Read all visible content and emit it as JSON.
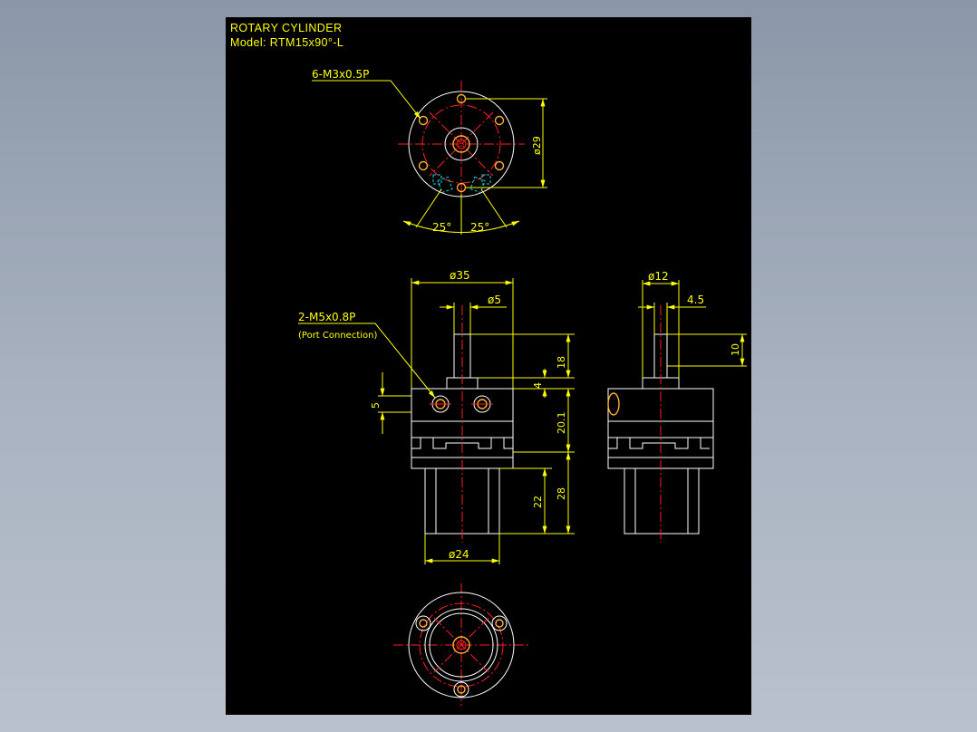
{
  "title_block": {
    "title": "ROTARY CYLINDER",
    "model": "Model: RTM15x90°-L"
  },
  "labels": {
    "mount_holes": "6-M3x0.5P",
    "dia_29": "ø29",
    "angle_left": "25°",
    "angle_right": "25°",
    "dia_35": "ø35",
    "dia_5": "ø5",
    "port_thread": "2-M5x0.8P",
    "port_note": "(Port Connection)",
    "dim_5": "5",
    "dim_18": "18",
    "dim_4": "4",
    "dim_20_1": "20.1",
    "dim_22": "22",
    "dim_28": "28",
    "dia_24": "ø24",
    "dia_12": "ø12",
    "dim_4_5": "4.5",
    "dim_10": "10"
  },
  "colors": {
    "background": "#000000",
    "outline": "#ffffff",
    "centerline": "#ff2020",
    "dimension": "#ffff00",
    "hole": "#ffb030",
    "hidden": "#00d8e0"
  }
}
